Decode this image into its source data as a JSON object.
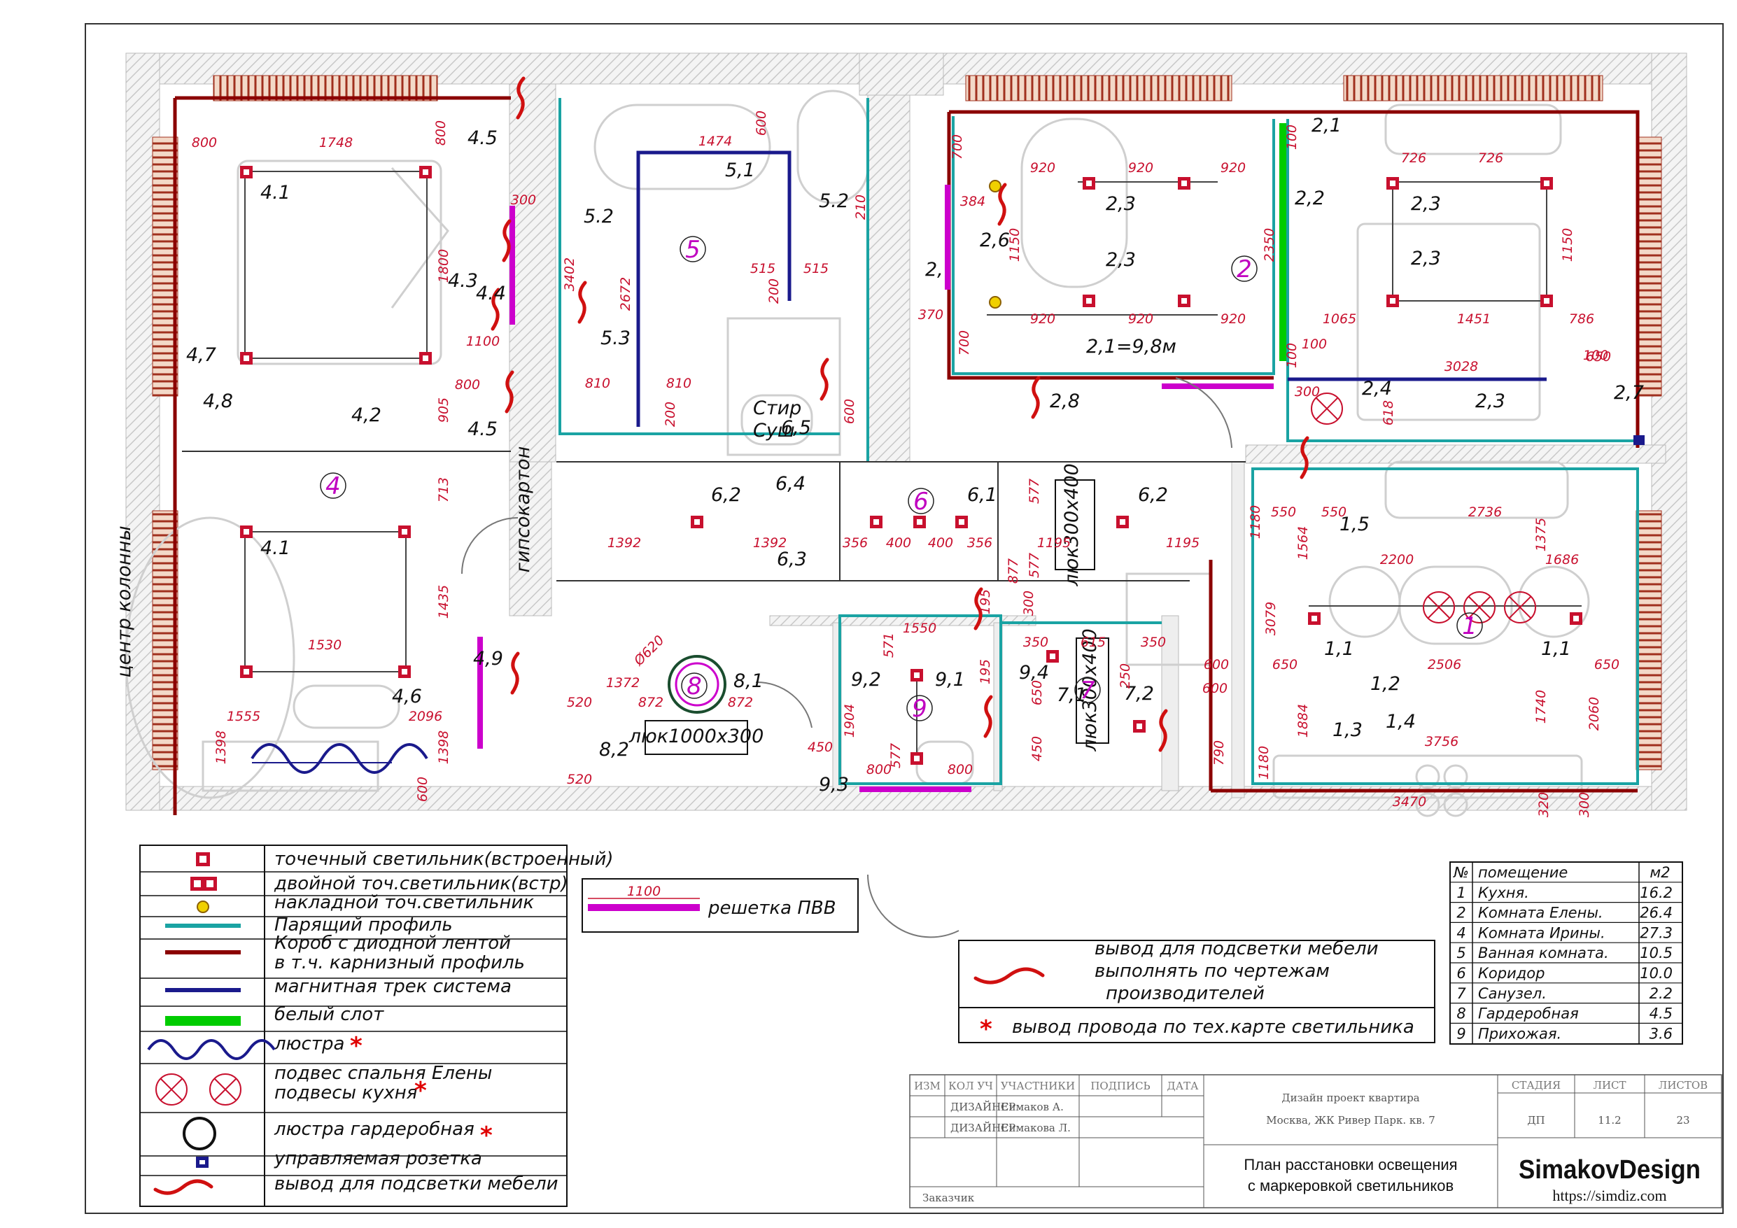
{
  "rooms_on_plan": [
    {
      "num": "1"
    },
    {
      "num": "2"
    },
    {
      "num": "4"
    },
    {
      "num": "5"
    },
    {
      "num": "6"
    },
    {
      "num": "7"
    },
    {
      "num": "8"
    },
    {
      "num": "9"
    }
  ],
  "fixture_labels": {
    "r4_1a": "4.1",
    "r4_1b": "4.1",
    "r4_2": "4,2",
    "r4_3": "4.3",
    "r4_4": "4.4",
    "r4_5a": "4.5",
    "r4_5b": "4.5",
    "r4_6": "4,6",
    "r4_7": "4,7",
    "r4_8": "4,8",
    "r4_9": "4,9",
    "r5_1": "5,1",
    "r5_2a": "5.2",
    "r5_2b": "5.2",
    "r5_3": "5.3",
    "r6_1": "6,1",
    "r6_2a": "6,2",
    "r6_2b": "6,2",
    "r6_3": "6,3",
    "r6_4": "6,4",
    "r6_5": "6,5",
    "r2_1": "2,1",
    "r2_1_len": "2,1=9,8м",
    "r2_2": "2,2",
    "r2_3a": "2,3",
    "r2_3b": "2,3",
    "r2_3c": "2,3",
    "r2_3d": "2,3",
    "r2_3e": "2,3",
    "r2_4": "2,4",
    "r2_5": "2,",
    "r2_6": "2,6",
    "r2_7": "2,7",
    "r2_8": "2,8",
    "r1_1a": "1,1",
    "r1_1b": "1,1",
    "r1_2": "1,2",
    "r1_3": "1,3",
    "r1_4": "1,4",
    "r1_5": "1,5",
    "r8_1": "8,1",
    "r8_2": "8,2",
    "r9_1": "9,1",
    "r9_2": "9,2",
    "r9_3": "9,3",
    "r9_4": "9,4",
    "r7_1": "7,1",
    "r7_2": "7,2"
  },
  "annotations": {
    "column_center": "центр колонны",
    "gypsum": "гипсокартон",
    "hatch_1000x300": "люк1000х300",
    "hatch_300x400_a": "люк300х400",
    "hatch_300x400_b": "люк300х400",
    "steam_a": "Стир",
    "steam_b": "Суш"
  },
  "dimensions": {
    "d800a": "800",
    "d1748": "1748",
    "d800b": "800",
    "d1800": "1800",
    "d1100": "1100",
    "d800c": "800",
    "d905": "905",
    "d713": "713",
    "d1435": "1435",
    "d1530": "1530",
    "d1555": "1555",
    "d2096": "2096",
    "d1398a": "1398",
    "d1398b": "1398",
    "d600a": "600",
    "d300a": "300",
    "d1474": "1474",
    "d600b": "600",
    "d3402": "3402",
    "d2672": "2672",
    "d515a": "515",
    "d515b": "515",
    "d200a": "200",
    "d810a": "810",
    "d810b": "810",
    "d200b": "200",
    "d210": "210",
    "d600c": "600",
    "d920a": "920",
    "d920b": "920",
    "d920c": "920",
    "d920d": "920",
    "d920e": "920",
    "d920f": "920",
    "d384": "384",
    "d700a": "700",
    "d1150a": "1150",
    "d370": "370",
    "d700b": "700",
    "d2350": "2350",
    "d100a": "100",
    "d100b": "100",
    "d726a": "726",
    "d726b": "726",
    "d1150b": "1150",
    "d1065": "1065",
    "d1451": "1451",
    "d786": "786",
    "d3028": "3028",
    "d100c": "100",
    "d100d": "100",
    "d300b": "300",
    "d618": "618",
    "d650a": "650",
    "d1392a": "1392",
    "d1392b": "1392",
    "d356a": "356",
    "d400a": "400",
    "d400b": "400",
    "d356b": "356",
    "d1195a": "1195",
    "d1195b": "1195",
    "d577a": "577",
    "d577b": "577",
    "d877": "877",
    "d300c": "300",
    "d550a": "550",
    "d550b": "550",
    "d2736": "2736",
    "d1180a": "1180",
    "d1564": "1564",
    "d1375": "1375",
    "d2200": "2200",
    "d1686": "1686",
    "d3079": "3079",
    "d600d": "600",
    "d650b": "650",
    "d2506": "2506",
    "d650c": "650",
    "d600e": "600",
    "d1884": "1884",
    "d1740": "1740",
    "d2060": "2060",
    "d790": "790",
    "d1180b": "1180",
    "d3756": "3756",
    "d3470": "3470",
    "d320": "320",
    "d300d": "300",
    "d620": "Ø620",
    "d1372": "1372",
    "d872a": "872",
    "d872b": "872",
    "d520a": "520",
    "d520b": "520",
    "d1550": "1550",
    "d571": "571",
    "d195a": "195",
    "d195b": "195",
    "d1904": "1904",
    "d577c": "577",
    "d800d": "800",
    "d800e": "800",
    "d450a": "450",
    "d350a": "350",
    "d615": "615",
    "d350b": "350",
    "d250": "250",
    "d650d": "650",
    "d450b": "450",
    "d1100b": "1100"
  },
  "legend": {
    "items": [
      {
        "id": "spot",
        "text": "точечный светильник(встроенный)"
      },
      {
        "id": "double",
        "text": "двойной точ.светильник(встр)"
      },
      {
        "id": "surface",
        "text": "накладной точ.светильник"
      },
      {
        "id": "floating",
        "text": "Парящий профиль"
      },
      {
        "id": "led_box_1",
        "text": "Короб с диодной лентой"
      },
      {
        "id": "led_box_2",
        "text": "в т.ч. карнизный профиль"
      },
      {
        "id": "magnetic",
        "text": "магнитная трек система"
      },
      {
        "id": "white_slot",
        "text": "белый слот"
      },
      {
        "id": "chandelier",
        "text": "люстра"
      },
      {
        "id": "pendant_1",
        "text": "подвес спальня Елены"
      },
      {
        "id": "pendant_2",
        "text": "подвесы кухня"
      },
      {
        "id": "wardrobe_chandelier",
        "text": "люстра гардеробная"
      },
      {
        "id": "socket",
        "text": "управляемая розетка"
      },
      {
        "id": "furniture",
        "text": "вывод для подсветки мебели"
      }
    ],
    "vent_grille": "решетка ПВВ",
    "vent_grille_dim": "1100",
    "note_furniture_1": "вывод для подсветки мебели",
    "note_furniture_2": "выполнять по чертежам",
    "note_furniture_3": "производителей",
    "note_wire": "вывод провода по тех.карте светильника"
  },
  "room_table": {
    "headers": [
      "№",
      "помещение",
      "м2"
    ],
    "rows": [
      [
        "1",
        "Кухня.",
        "16.2"
      ],
      [
        "2",
        "Комната Елены.",
        "26.4"
      ],
      [
        "4",
        "Комната Ирины.",
        "27.3"
      ],
      [
        "5",
        "Ванная комната.",
        "10.5"
      ],
      [
        "6",
        "Коридор",
        "10.0"
      ],
      [
        "7",
        "Санузел.",
        "2.2"
      ],
      [
        "8",
        "Гардеробная",
        "4.5"
      ],
      [
        "9",
        "Прихожая.",
        "3.6"
      ]
    ]
  },
  "title_block": {
    "col_izm": "ИЗМ",
    "col_kol": "КОЛ УЧ",
    "col_participants": "УЧАСТНИКИ",
    "col_sign": "ПОДПИСЬ",
    "col_date": "ДАТА",
    "role1": "ДИЗАЙНЕР",
    "name1": "Симаков А.",
    "role2": "ДИЗАЙНЕР",
    "name2": "Симакова Л.",
    "customer": "Заказчик",
    "project_title": "Дизайн проект квартира",
    "project_address": "Москва, ЖК Ривер Парк. кв. 7",
    "sheet_title_1": "План расстановки освещения",
    "sheet_title_2": "с маркеровкой светильников",
    "stage_label": "СТАДИЯ",
    "sheet_label": "ЛИСТ",
    "sheets_label": "ЛИСТОВ",
    "stage": "ДП",
    "sheet": "11.2",
    "sheets": "23",
    "brand": "SimakovDesign",
    "url": "https://simdiz.com"
  },
  "colors": {
    "dimension": "#c8102e",
    "room_number": "#c000c0",
    "wall_hatch": "#cccccc",
    "led_box": "#8b0000",
    "floating_profile": "#1aa3a3",
    "magnetic": "#1a1a8c",
    "white_slot": "#00cc00",
    "vent": "#cc00cc",
    "radiator": "#a0301e"
  }
}
